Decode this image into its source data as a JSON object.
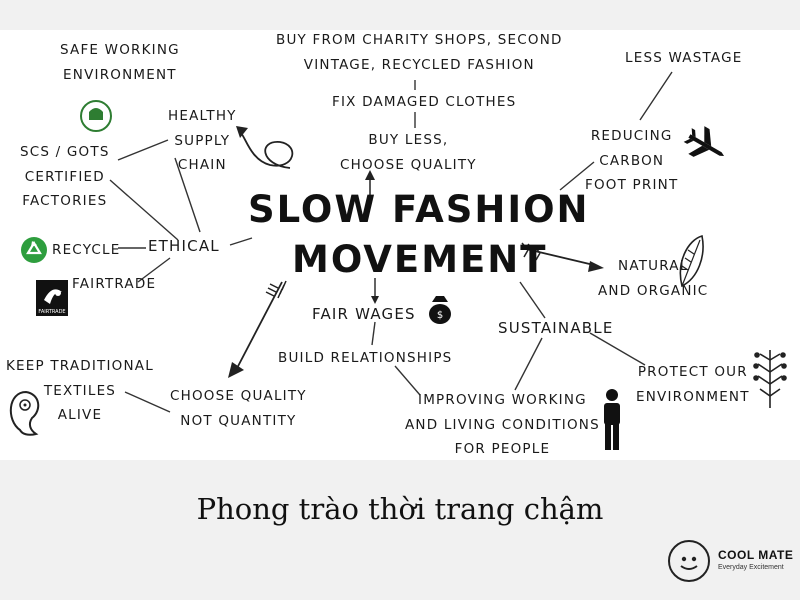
{
  "title": {
    "line1": "SLOW FASHION",
    "line2": "MOVEMENT"
  },
  "nodes": {
    "safe_working": [
      "SAFE WORKING",
      "ENVIRONMENT"
    ],
    "charity": [
      "BUY FROM CHARITY SHOPS, SECOND",
      "VINTAGE, RECYCLED FASHION"
    ],
    "fix": [
      "FIX DAMAGED CLOTHES"
    ],
    "buy_less": [
      "BUY LESS,",
      "CHOOSE QUALITY"
    ],
    "less_wastage": [
      "LESS WASTAGE"
    ],
    "healthy": [
      "HEALTHY",
      "SUPPLY",
      "CHAIN"
    ],
    "scs": [
      "SCS / GOTS",
      "CERTIFIED",
      "FACTORIES"
    ],
    "reducing": [
      "REDUCING",
      "CARBON",
      "FOOT PRINT"
    ],
    "recycle": [
      "RECYCLE"
    ],
    "ethical": [
      "ETHICAL"
    ],
    "fairtrade": [
      "FAIRTRADE"
    ],
    "natural": [
      "NATURAL",
      "AND ORGANIC"
    ],
    "fair_wages": [
      "FAIR WAGES"
    ],
    "sustainable": [
      "SUSTAINABLE"
    ],
    "build": [
      "BUILD RELATIONSHIPS"
    ],
    "keep": [
      "KEEP TRADITIONAL",
      "TEXTILES",
      "ALIVE"
    ],
    "quality": [
      "CHOOSE QUALITY",
      "NOT QUANTITY"
    ],
    "improving": [
      "IMPROVING WORKING",
      "AND LIVING CONDITIONS",
      "FOR PEOPLE"
    ],
    "protect": [
      "PROTECT OUR",
      "ENVIRONMENT"
    ]
  },
  "logos": {
    "fairtrade_badge": "FAIRTRADE"
  },
  "caption": "Phong trào thời trang chậm",
  "brand": {
    "name": "COOL MATE",
    "tagline": "Everyday Excitement"
  },
  "icons": [
    "organic-cert-icon",
    "recycle-icon",
    "fairtrade-logo-icon",
    "paisley-icon",
    "airplane-icon",
    "leaf-icon",
    "tree-icon",
    "person-icon",
    "money-bag-icon",
    "smiley-logo-icon"
  ],
  "colors": {
    "background": "#f1f1f1",
    "panel": "#ffffff",
    "ink": "#111111",
    "recycle_green": "#2e9e3e"
  }
}
